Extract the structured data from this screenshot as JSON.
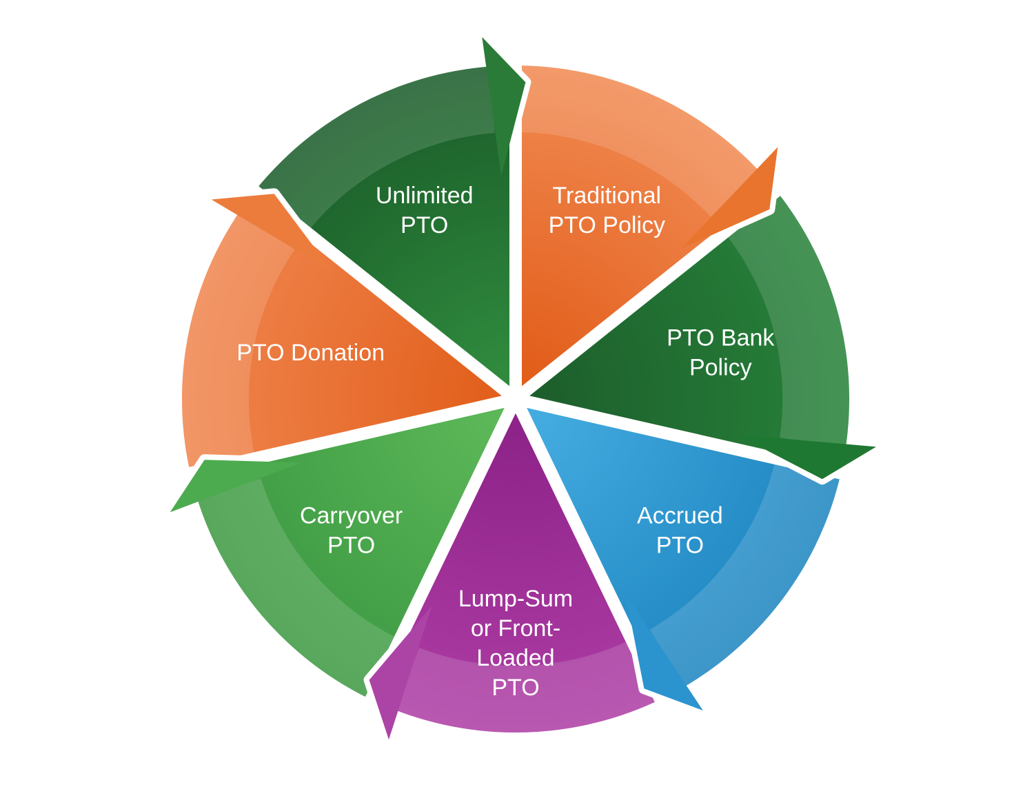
{
  "figure": {
    "type": "segmented-cycle-diagram",
    "title": "",
    "segment_count": 7,
    "flow_direction": "clockwise",
    "background_color": "#FFFFFF",
    "separator_color": "#FFFFFF",
    "label_text_color": "#FFFFFF"
  },
  "segments": [
    {
      "name": "traditional-pto-policy",
      "label": "Traditional PTO Policy",
      "label_lines": [
        "Traditional",
        "PTO Policy"
      ],
      "color": {
        "inner": "#E25E1B",
        "outer": "#F18A52",
        "arrowhead": "#E9742E",
        "band_overlay": "rgba(255,255,255,0.14)"
      },
      "text_color": "#FFFFFF"
    },
    {
      "name": "pto-bank-policy",
      "label": "PTO Bank Policy",
      "label_lines": [
        "PTO Bank",
        "Policy"
      ],
      "color": {
        "inner": "#1D5F2C",
        "outer": "#27823A",
        "arrowhead": "#1E7831",
        "band_overlay": "rgba(255,255,255,0.14)"
      },
      "text_color": "#FFFFFF"
    },
    {
      "name": "accrued-pto",
      "label": "Accrued PTO",
      "label_lines": [
        "Accrued",
        "PTO"
      ],
      "color": {
        "inner": "#43ABDF",
        "outer": "#1E85C0",
        "arrowhead": "#2B94CE",
        "band_overlay": "rgba(255,255,255,0.14)"
      },
      "text_color": "#FFFFFF"
    },
    {
      "name": "lump-sum-or-front-loaded-pto",
      "label": "Lump-Sum or Front-Loaded PTO",
      "label_lines": [
        "Lump-Sum",
        "or Front-",
        "Loaded",
        "PTO"
      ],
      "color": {
        "inner": "#8E2389",
        "outer": "#AE3DA5",
        "arrowhead": "#AC44A6",
        "band_overlay": "rgba(255,255,255,0.14)"
      },
      "text_color": "#FFFFFF"
    },
    {
      "name": "carryover-pto",
      "label": "Carryover PTO",
      "label_lines": [
        "Carryover",
        "PTO"
      ],
      "color": {
        "inner": "#5BB757",
        "outer": "#3D9943",
        "arrowhead": "#4CAB4E",
        "band_overlay": "rgba(255,255,255,0.14)"
      },
      "text_color": "#FFFFFF"
    },
    {
      "name": "pto-donation",
      "label": "PTO Donation",
      "label_lines": [
        "PTO Donation"
      ],
      "color": {
        "inner": "#E2601D",
        "outer": "#F0854E",
        "arrowhead": "#EC7C3C",
        "band_overlay": "rgba(255,255,255,0.14)"
      },
      "text_color": "#FFFFFF"
    },
    {
      "name": "unlimited-pto",
      "label": "Unlimited PTO",
      "label_lines": [
        "Unlimited",
        "PTO"
      ],
      "color": {
        "inner": "#2F8A3D",
        "outer": "#1A5C29",
        "arrowhead": "#2A7B38",
        "band_overlay": "rgba(255,255,255,0.14)"
      },
      "text_color": "#FFFFFF"
    }
  ]
}
